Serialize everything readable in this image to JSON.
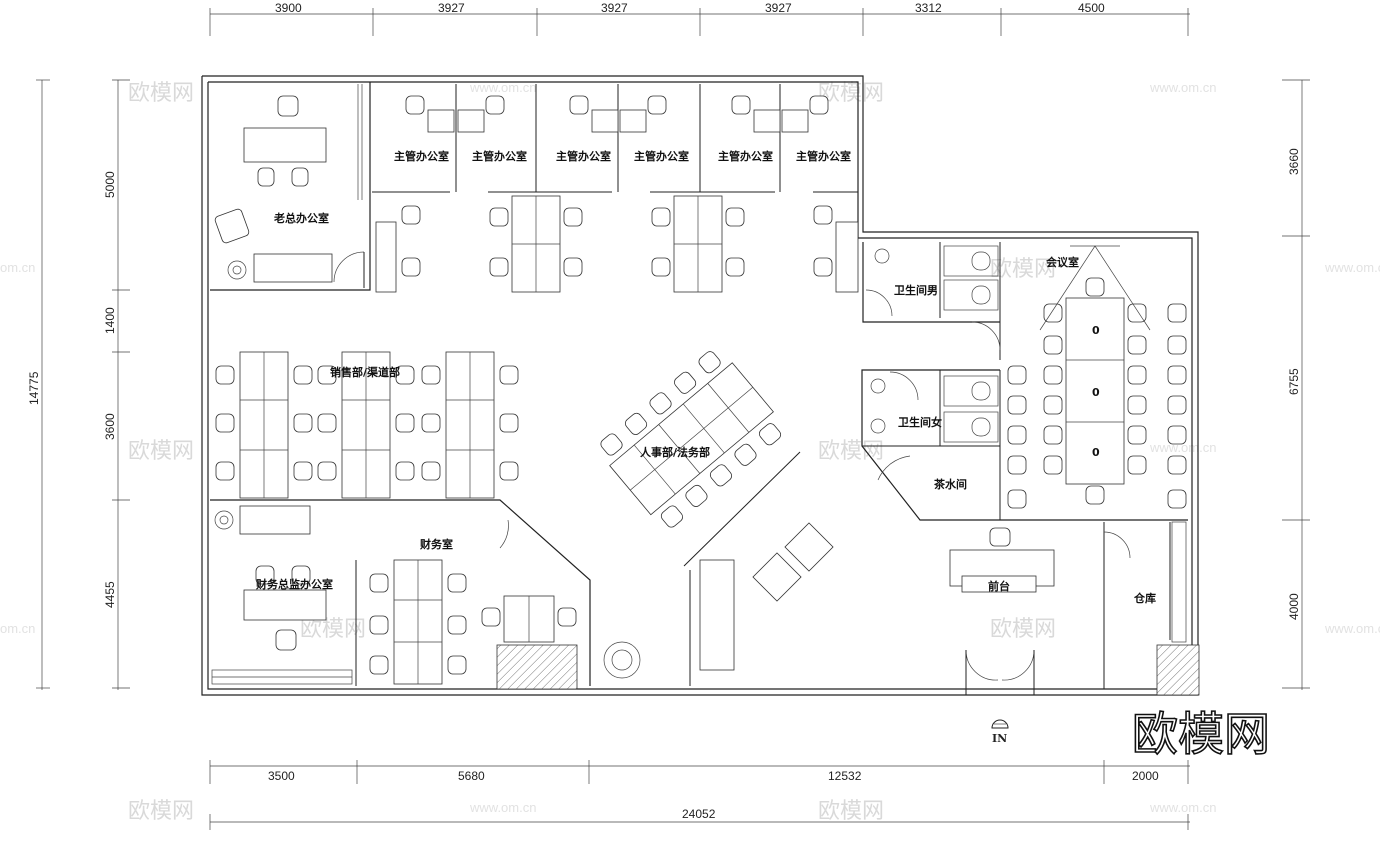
{
  "dimensions": {
    "top": [
      "3900",
      "3927",
      "3927",
      "3927",
      "3312",
      "4500"
    ],
    "left": [
      "5000",
      "1400",
      "3600",
      "4455"
    ],
    "left_total": "14775",
    "right": [
      "3660",
      "6755",
      "4000"
    ],
    "bottom": [
      "3500",
      "5680",
      "12532",
      "2000"
    ],
    "bottom_total": "24052"
  },
  "rooms": {
    "ceo_office": "老总办公室",
    "manager_offices": [
      "主管办公室",
      "主管办公室",
      "主管办公室",
      "主管办公室",
      "主管办公室",
      "主管办公室"
    ],
    "restroom_men": "卫生间男",
    "meeting_room": "会议室",
    "sales_dept": "销售部/渠道部",
    "hr_legal": "人事部/法务部",
    "restroom_women": "卫生间女",
    "tea_room": "茶水间",
    "finance_room": "财务室",
    "finance_director": "财务总监办公室",
    "reception": "前台",
    "storage": "仓库"
  },
  "entrance_label": "IN",
  "meeting_table_marks": [
    "0",
    "0",
    "0"
  ],
  "watermark": {
    "brand": "欧模网",
    "url": "www.om.cn",
    "url_fragment": "om.cn"
  }
}
